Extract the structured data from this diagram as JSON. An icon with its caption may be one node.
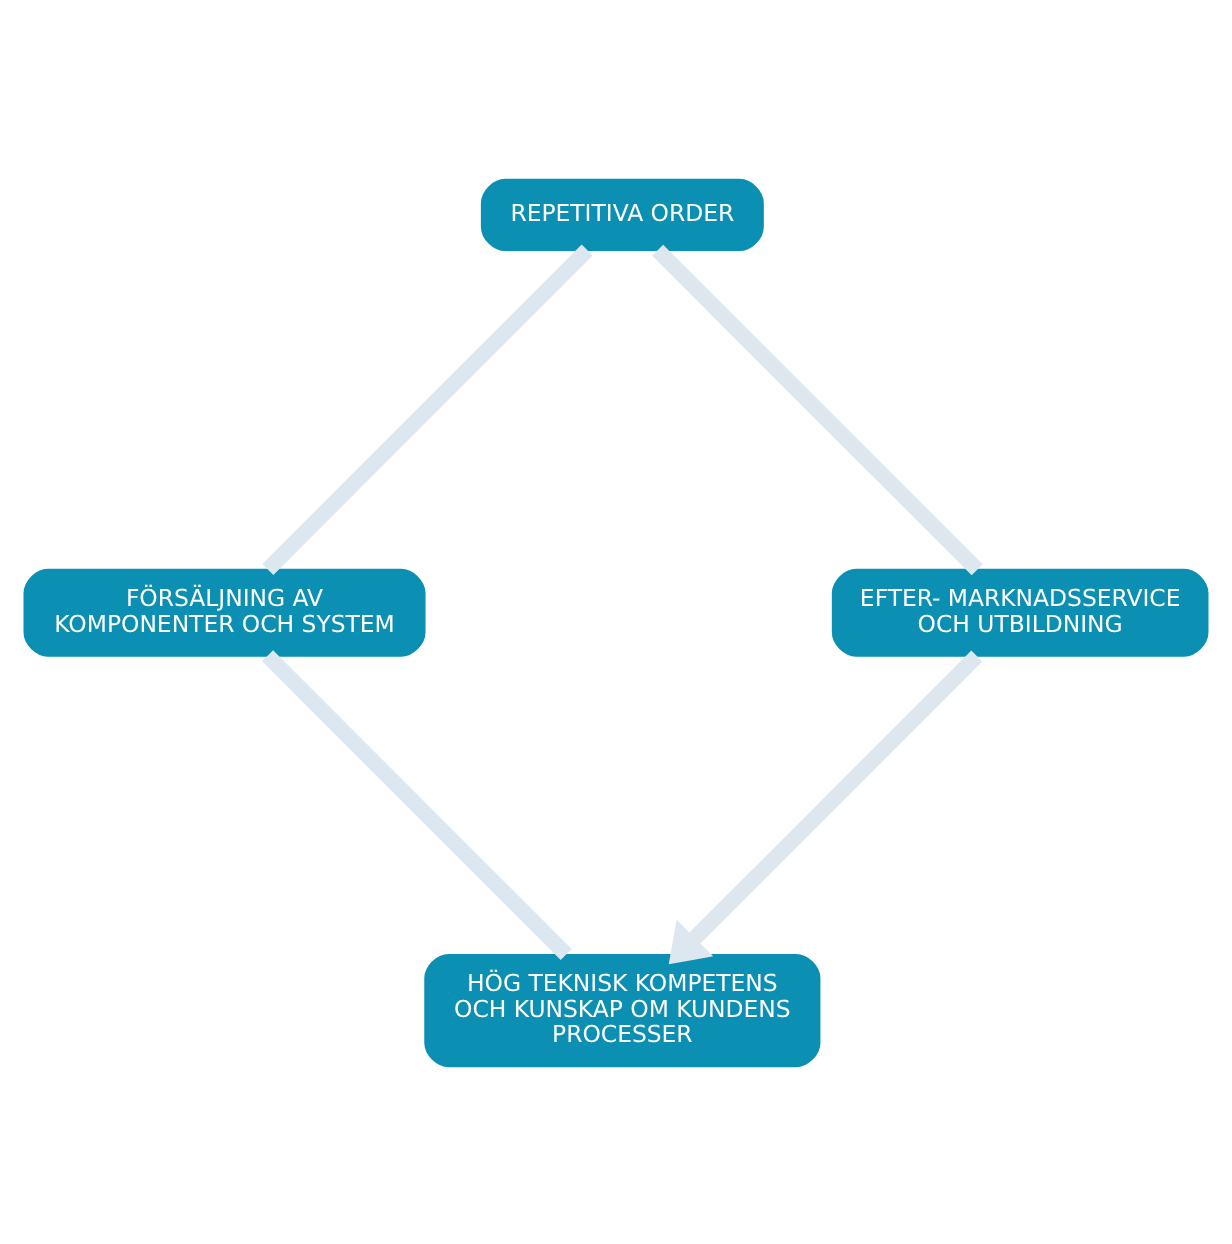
{
  "diagram": {
    "nodes": [
      {
        "text": [
          "HÖG TEKNISK KOMPETENS OCH KUNSKAP OM KUNDENS PROCESSER"
        ]
      },
      {
        "text": [
          "FÖRSÄLJNING AV KOMPONENTER OCH SYSTEM"
        ]
      },
      {
        "text": [
          "REPETITIVA ORDER"
        ]
      },
      {
        "text": [
          "EFTER- MARKNADSSERVICE OCH UTBILDNING"
        ]
      }
    ],
    "edges": [
      {
        "from": 0,
        "to": 1,
        "arrow": "none"
      },
      {
        "from": 1,
        "to": 2,
        "arrow": "none"
      },
      {
        "from": 2,
        "to": 3,
        "arrow": "none"
      },
      {
        "from": 3,
        "to": 0,
        "arrow": "to"
      }
    ]
  }
}
